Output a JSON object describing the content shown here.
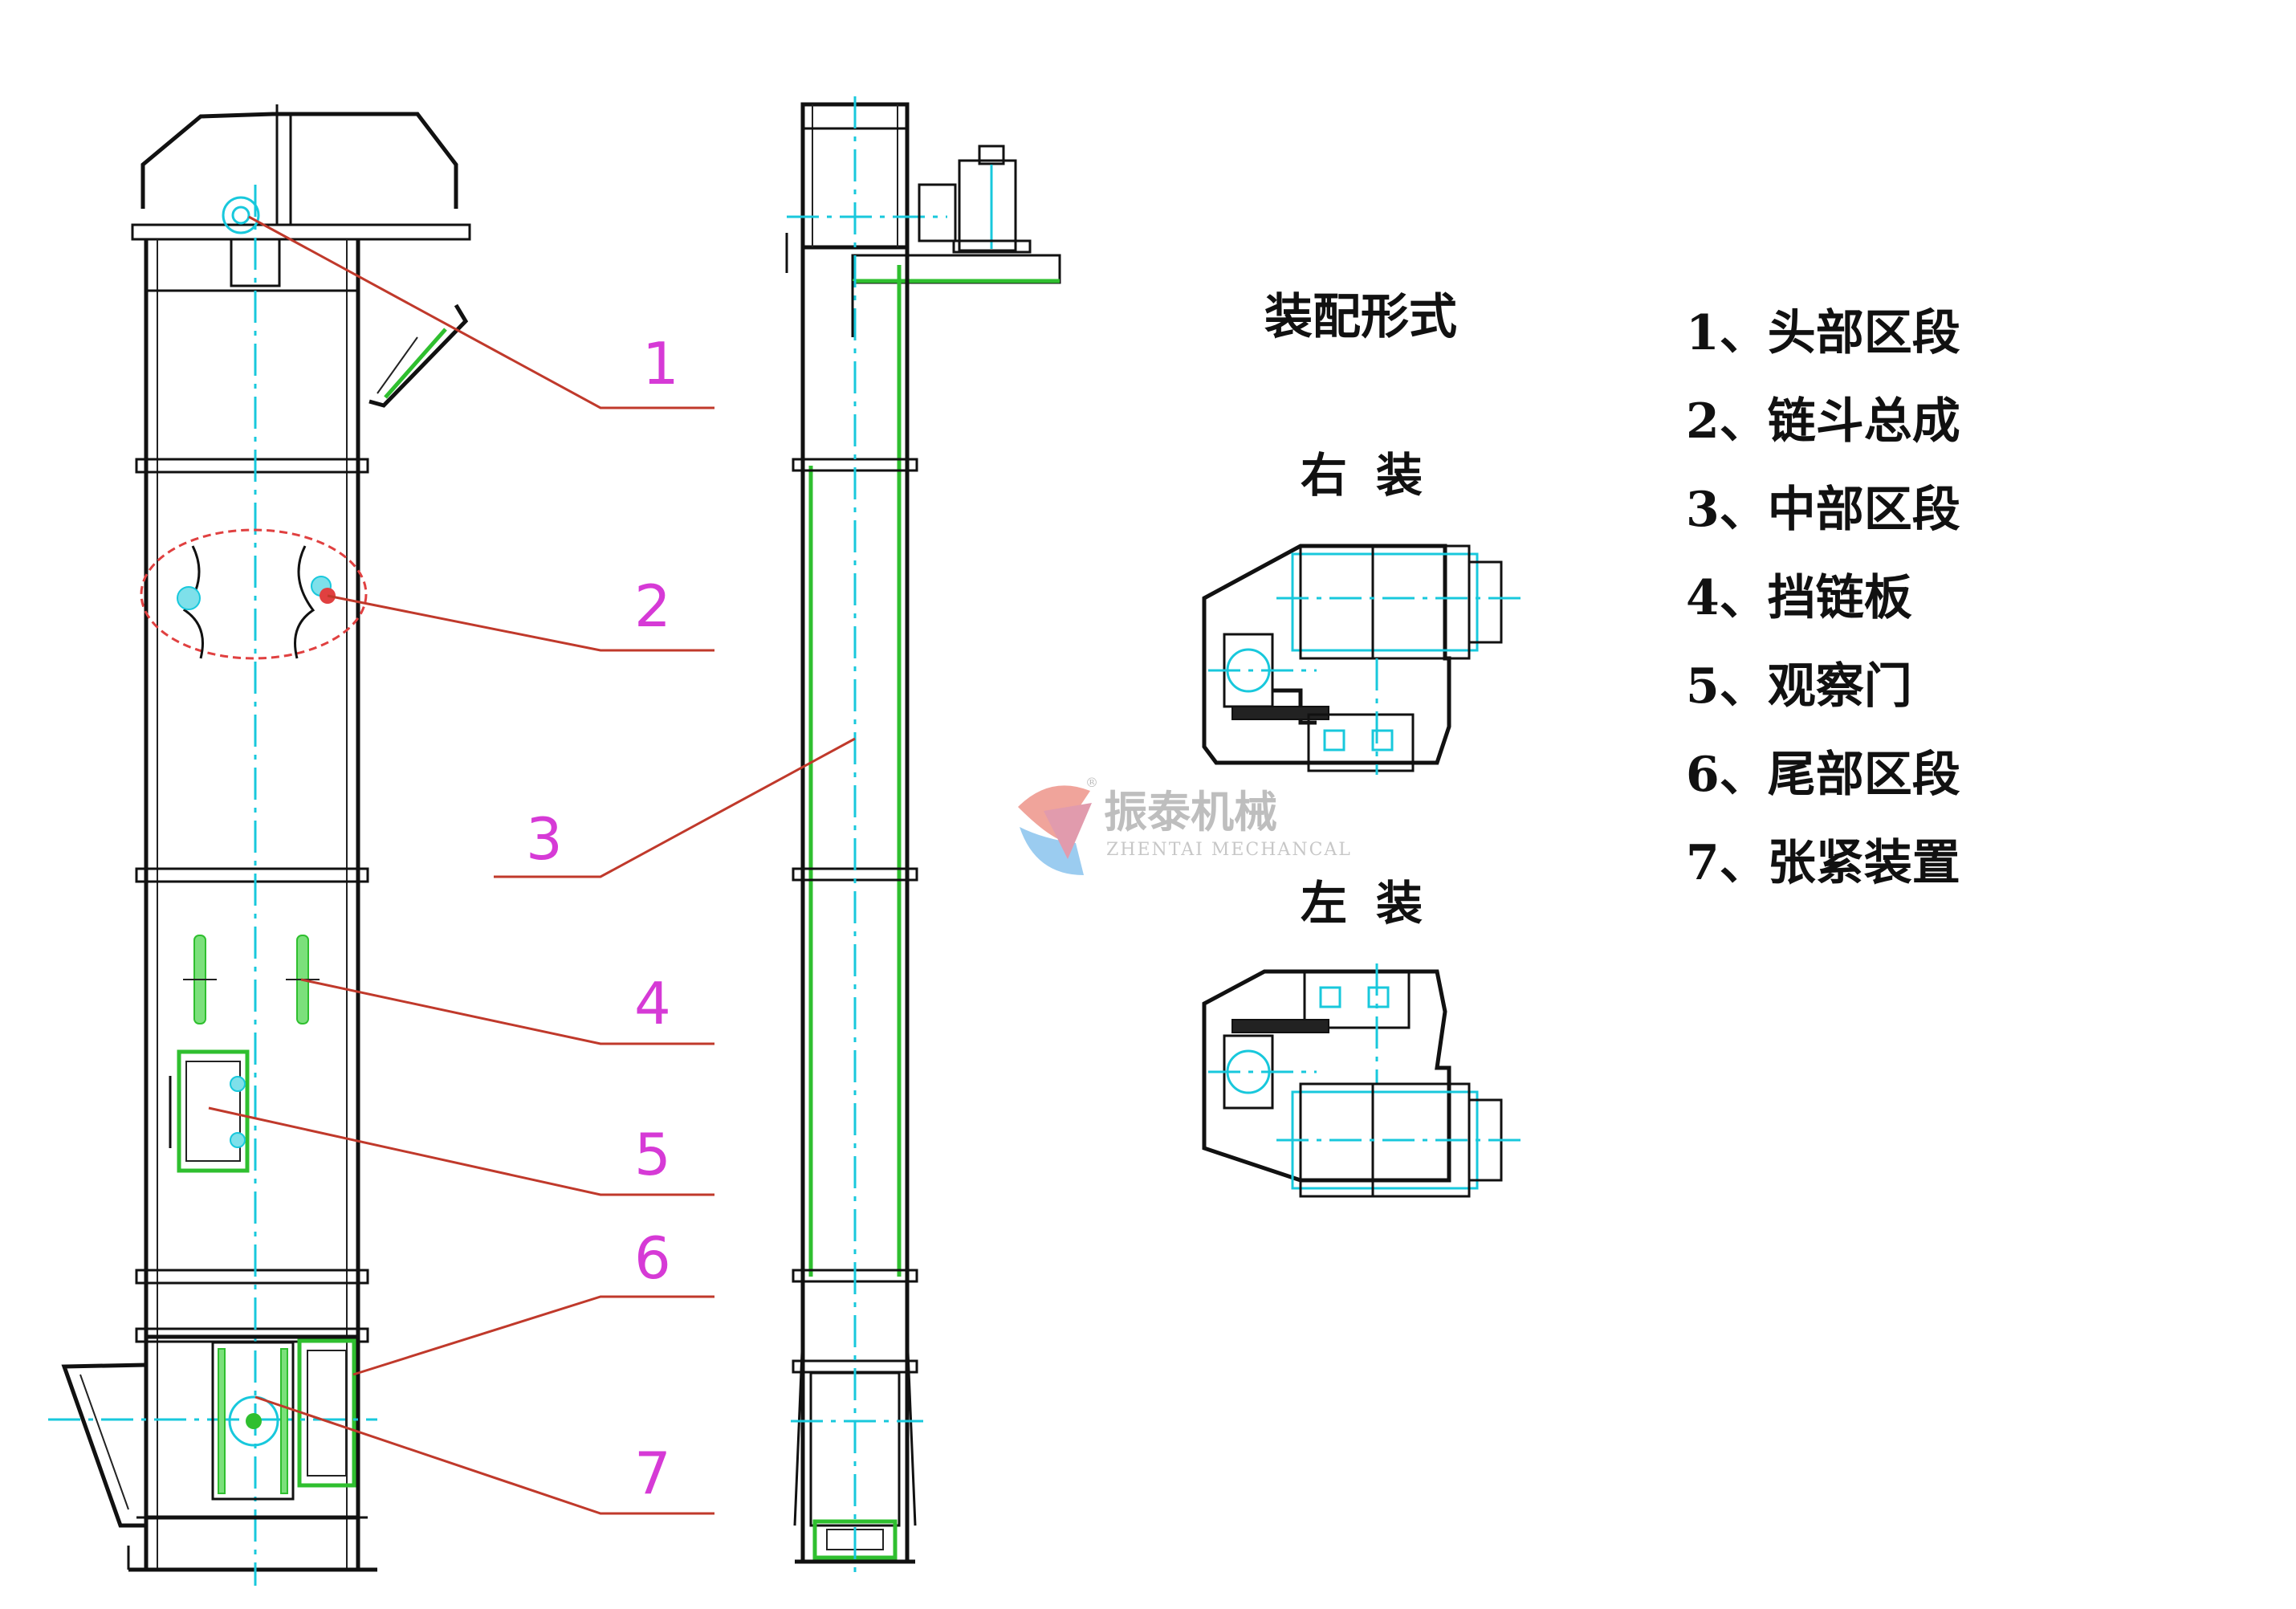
{
  "diagram": {
    "heading": "装配形式",
    "mount_right": "右装",
    "mount_left": "左装",
    "callouts": [
      "1",
      "2",
      "3",
      "4",
      "5",
      "6",
      "7"
    ],
    "legend": [
      "1、头部区段",
      "2、链斗总成",
      "3、中部区段",
      "4、挡链板",
      "5、观察门",
      "6、尾部区段",
      "7、张紧装置"
    ],
    "watermark": {
      "brand": "振泰机械",
      "brand_en": "ZHENTAI MECHANCAL",
      "registered": "®"
    },
    "colors": {
      "line": "#111111",
      "centerline": "#18c8dc",
      "highlight": "#2fbf2f",
      "leader": "#c0392b",
      "callout_text": "#d63ad6"
    }
  }
}
